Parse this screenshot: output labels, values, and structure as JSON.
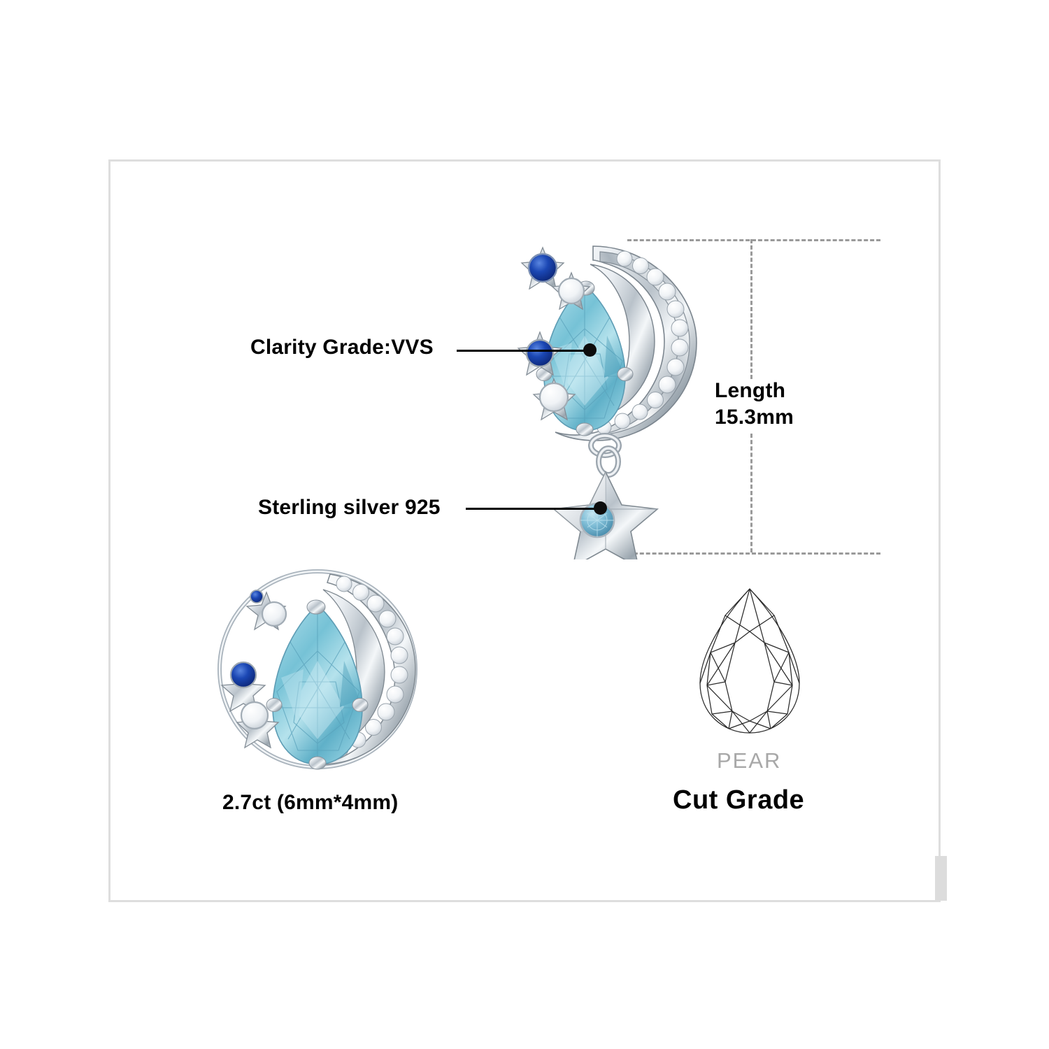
{
  "page": {
    "background": "#ffffff",
    "frame_border_color": "#dedede",
    "accent_gem_color": "#8ccbdd",
    "sapphire_color": "#1342a8",
    "silver_color": "#d8dde2"
  },
  "annotations": {
    "clarity": {
      "label": "Clarity Grade:VVS"
    },
    "material": {
      "label": "Sterling silver 925"
    },
    "length": {
      "line1": "Length",
      "line2": "15.3mm"
    },
    "carat": {
      "label": "2.7ct (6mm*4mm)"
    }
  },
  "cut": {
    "shape_name": "PEAR",
    "heading": "Cut Grade"
  },
  "icons": {
    "moon_pendant": "crescent-moon-pendant",
    "star_charm": "star-charm",
    "round_charm": "round-moon-charm",
    "pear_facet": "pear-gem-facet-diagram"
  }
}
